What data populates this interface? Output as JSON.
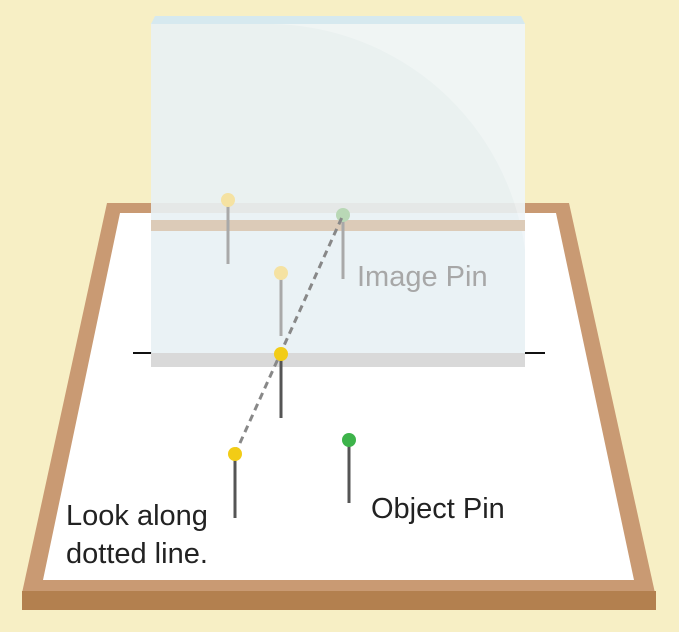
{
  "labels": {
    "image_pin": "Image Pin",
    "object_pin": "Object Pin",
    "instruction_line_1": "Look along",
    "instruction_line_2": "dotted line."
  },
  "colors": {
    "background": "#f7efc5",
    "board_frame": "#c99a73",
    "board_base": "#b3804f",
    "board_surface": "#ffffff",
    "mirror_glass": "#e8f1f4",
    "mirror_top_edge": "#d6e9ef",
    "mirror_base": "#d9d9d9",
    "mirror_reflection_band": "#dccbb8",
    "pin_yellow": "#f2cc16",
    "pin_yellow_faded": "#f5e2a2",
    "pin_green": "#3db34a",
    "pin_green_faded": "#b9d8b6",
    "pin_stem": "#555555",
    "pin_stem_faded": "#a9a9a9",
    "sight_line": "#888888",
    "image_label": "#a7a7a7",
    "text": "#222222"
  },
  "icons": [
    "yellow-pin-icon",
    "green-pin-icon"
  ]
}
